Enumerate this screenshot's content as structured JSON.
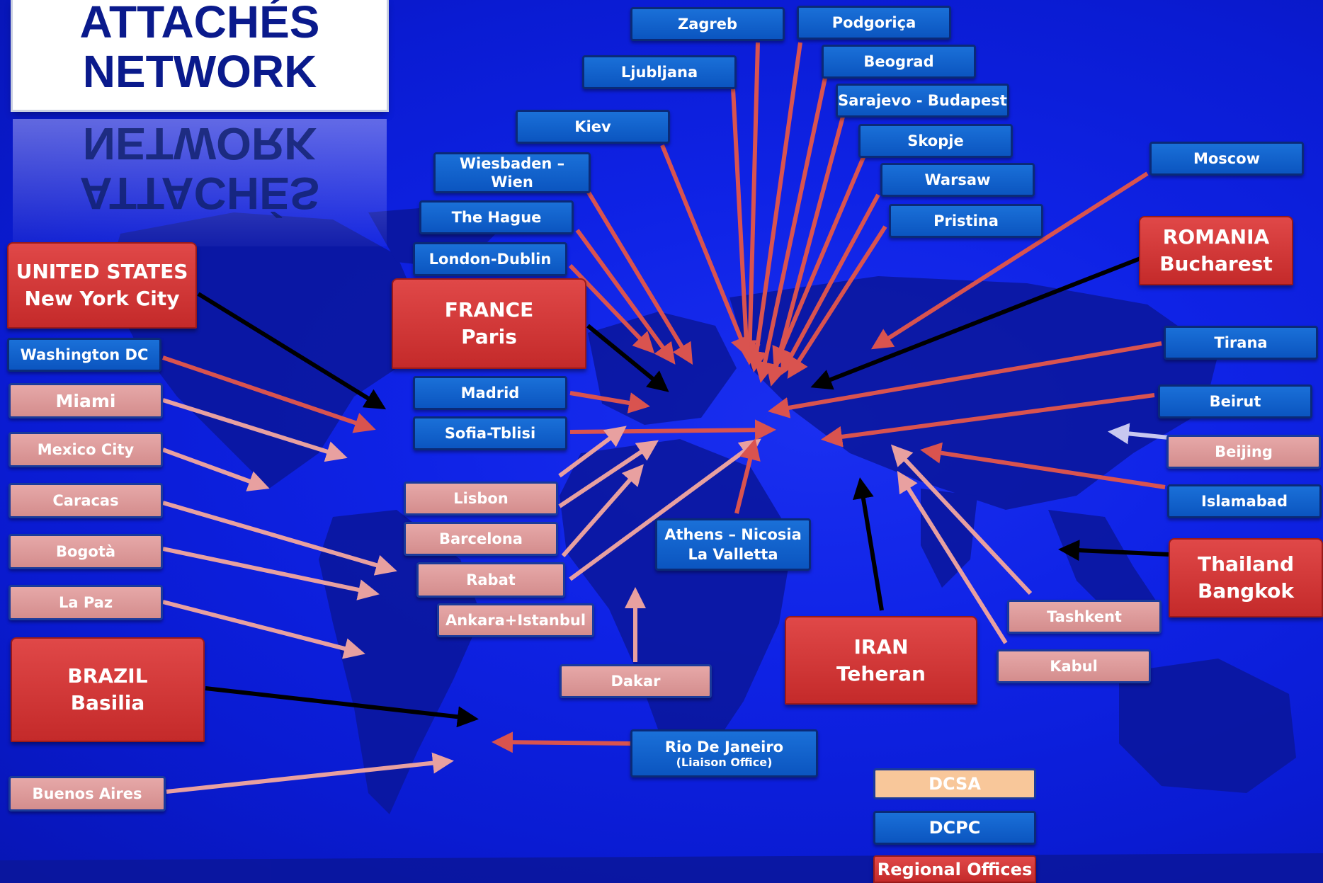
{
  "title": {
    "line1": "ATTACHÉS",
    "line2": "NETWORK"
  },
  "colors": {
    "background": "#0f23e6",
    "blue_box": "#0b55c0",
    "pink_box": "#d9999a",
    "red_box": "#d03838",
    "arrow_red": "#d9534f",
    "arrow_pink": "#e8a0a0",
    "arrow_black": "#000000",
    "legend_dcsa": "#f8c79a"
  },
  "nodes": {
    "zagreb": "Zagreb",
    "podgorica": "Podgoriça",
    "ljubljana": "Ljubljana",
    "beograd": "Beograd",
    "sarajevo": "Sarajevo - Budapest",
    "kiev": "Kiev",
    "skopje": "Skopje",
    "wiesbaden": "Wiesbaden – Wien",
    "warsaw": "Warsaw",
    "moscow": "Moscow",
    "hague": "The Hague",
    "pristina": "Pristina",
    "london": "London-Dublin",
    "us_country": "UNITED STATES",
    "us_city": "New York City",
    "france_country": "FRANCE",
    "france_city": "Paris",
    "romania_country": "ROMANIA",
    "romania_city": "Bucharest",
    "washington": "Washington DC",
    "tirana": "Tirana",
    "madrid": "Madrid",
    "miami": "Miami",
    "beirut": "Beirut",
    "sofia": "Sofia-Tblisi",
    "mexico": "Mexico City",
    "beijing": "Beijing",
    "lisbon": "Lisbon",
    "caracas": "Caracas",
    "islamabad": "Islamabad",
    "athens_line1": "Athens – Nicosia",
    "athens_line2": "La Valletta",
    "barcelona": "Barcelona",
    "bogota": "Bogotà",
    "thailand_country": "Thailand",
    "thailand_city": "Bangkok",
    "rabat": "Rabat",
    "lapaz": "La Paz",
    "tashkent": "Tashkent",
    "ankara": "Ankara+Istanbul",
    "iran_country": "IRAN",
    "iran_city": "Teheran",
    "brazil_country": "BRAZIL",
    "brazil_city": "Basilia",
    "kabul": "Kabul",
    "dakar": "Dakar",
    "rio_line1": "Rio De Janeiro",
    "rio_line2": "(Liaison Office)",
    "buenos_aires": "Buenos Aires"
  },
  "legend": {
    "dcsa": "DCSA",
    "dcpc": "DCPC",
    "regional": "Regional Offices"
  }
}
